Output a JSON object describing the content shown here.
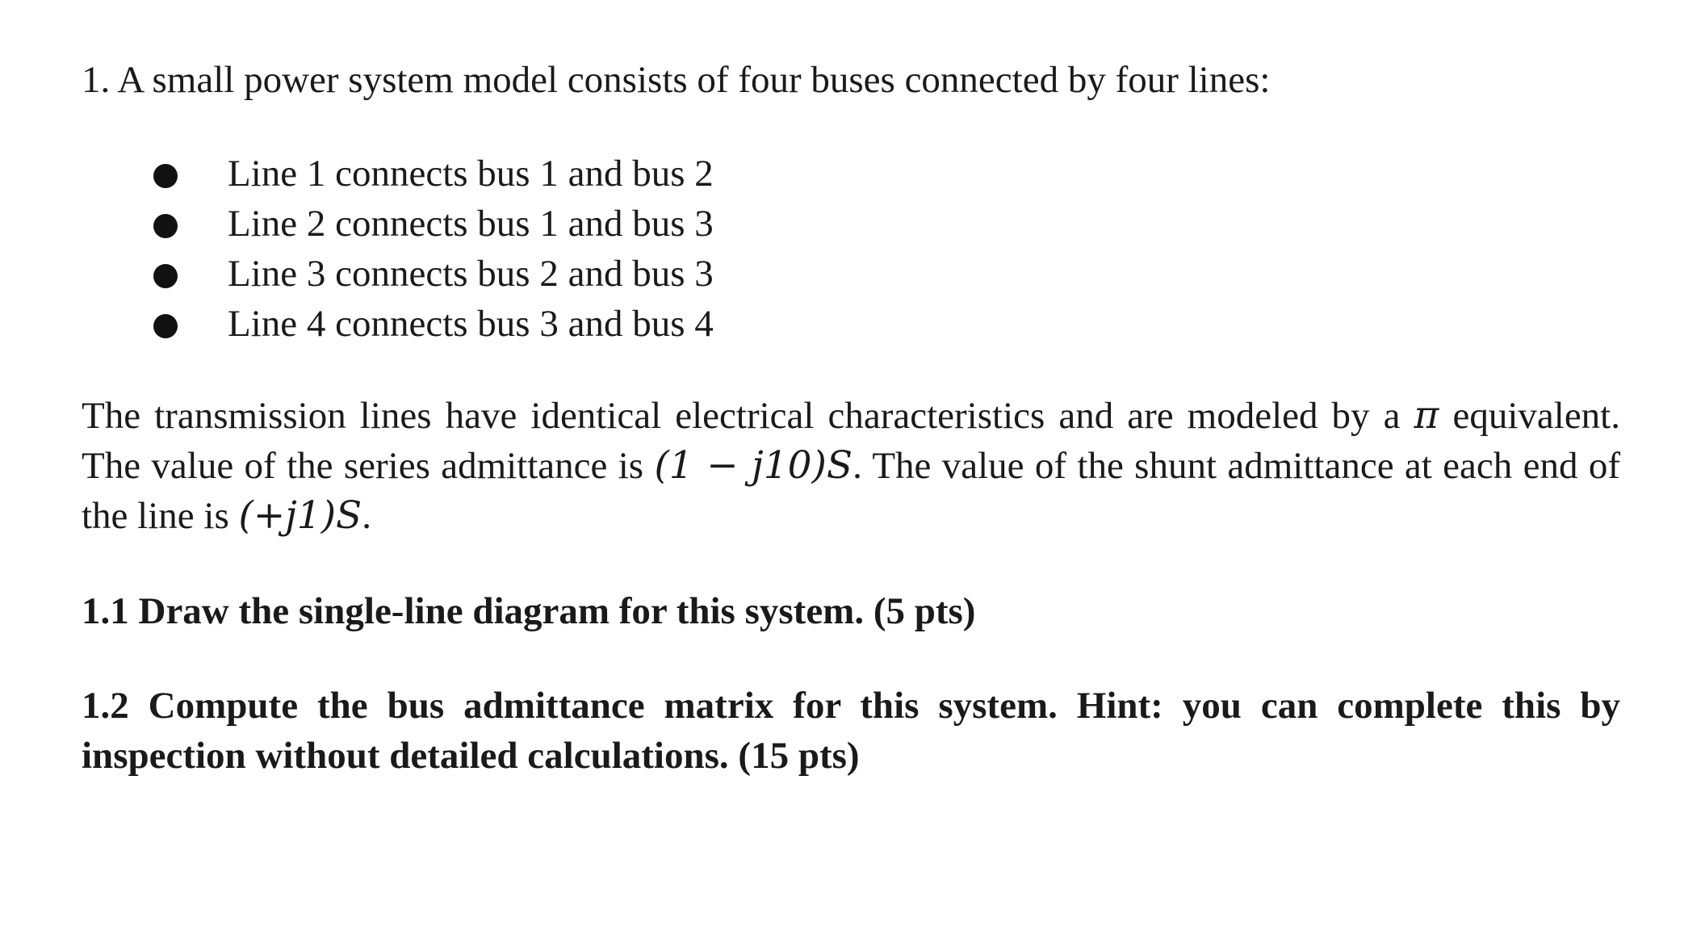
{
  "problem": {
    "intro": "1. A small power system model consists of four buses connected by four lines:",
    "lines": [
      "Line 1 connects bus 1 and bus 2",
      "Line 2 connects bus 1 and bus 3",
      "Line 3 connects bus 2 and bus 3",
      "Line 4 connects bus 3 and bus 4"
    ],
    "description": {
      "part1": "The transmission lines have identical electrical characteristics and are modeled by a ",
      "pi": "π",
      "part2": " equivalent. The value of the series admittance is ",
      "series_admittance": "(1 − j10)S",
      "part3": ". The value of the shunt admittance at each end of the line is ",
      "shunt_admittance": "(+j1)S",
      "part4": "."
    },
    "question_1_1": "1.1 Draw the single-line diagram for this system. (5 pts)",
    "question_1_2": "1.2 Compute the bus admittance matrix for this system. Hint: you can complete this by inspection without detailed calculations. (15 pts)"
  }
}
